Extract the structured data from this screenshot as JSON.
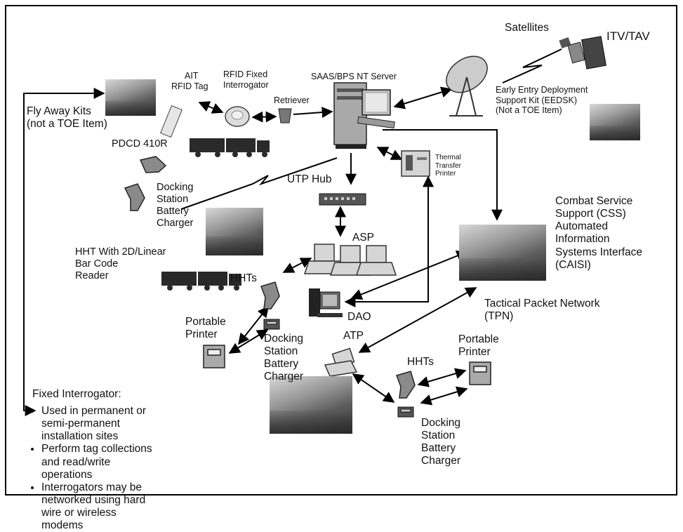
{
  "labels": {
    "satellites": "Satellites",
    "itv_tav": "ITV/TAV",
    "ait": "AIT",
    "rfid_tag": "RFID Tag",
    "rfid_fixed": "RFID Fixed\nInterrogator",
    "saas_server": "SAAS/BPS NT Server",
    "retriever": "Retriever",
    "eedsk": "Early Entry Deployment\nSupport Kit (EEDSK)\n(Not a TOE Item)",
    "fly_away": "Fly Away Kits\n(not a TOE Item)",
    "pdcd": "PDCD 410R",
    "thermal_printer": "Thermal\nTransfer\nPrinter",
    "utp_hub": "UTP Hub",
    "docking_1": "Docking\nStation\nBattery\nCharger",
    "caisi": "Combat Service\nSupport (CSS)\nAutomated\nInformation\nSystems  Interface\n(CAISI)",
    "asp": "ASP",
    "hht_reader": "HHT With 2D/Linear\nBar Code\nReader",
    "hhts_1": "HHTs",
    "dao": "DAO",
    "tpn": "Tactical Packet Network\n(TPN)",
    "portable_printer_1": "Portable\nPrinter",
    "docking_2": "Docking\nStation\nBattery\nCharger",
    "atp": "ATP",
    "portable_printer_2": "Portable\nPrinter",
    "hhts_2": "HHTs",
    "docking_3": "Docking\nStation\nBattery\nCharger",
    "fixed_interrogator_title": "Fixed Interrogator:"
  },
  "fixed_interrogator_bullets": [
    "Used in permanent or\nsemi-permanent\ninstallation sites",
    "Perform tag collections\nand read/write\noperations",
    "Interrogators may be\nnetworked using hard\nwire or wireless\nmodems"
  ],
  "icons": [
    "satellite-icon",
    "satellite-dish-icon",
    "server-icon",
    "rfid-tag-icon",
    "rfid-interrogator-icon",
    "retriever-icon",
    "thermal-printer-icon",
    "hub-icon",
    "laptop-icon",
    "desktop-computer-icon",
    "handheld-terminal-icon",
    "portable-printer-icon",
    "docking-station-icon",
    "truck-convoy-icon"
  ],
  "colors": {
    "line": "#000000",
    "text": "#111111",
    "background": "#ffffff"
  }
}
